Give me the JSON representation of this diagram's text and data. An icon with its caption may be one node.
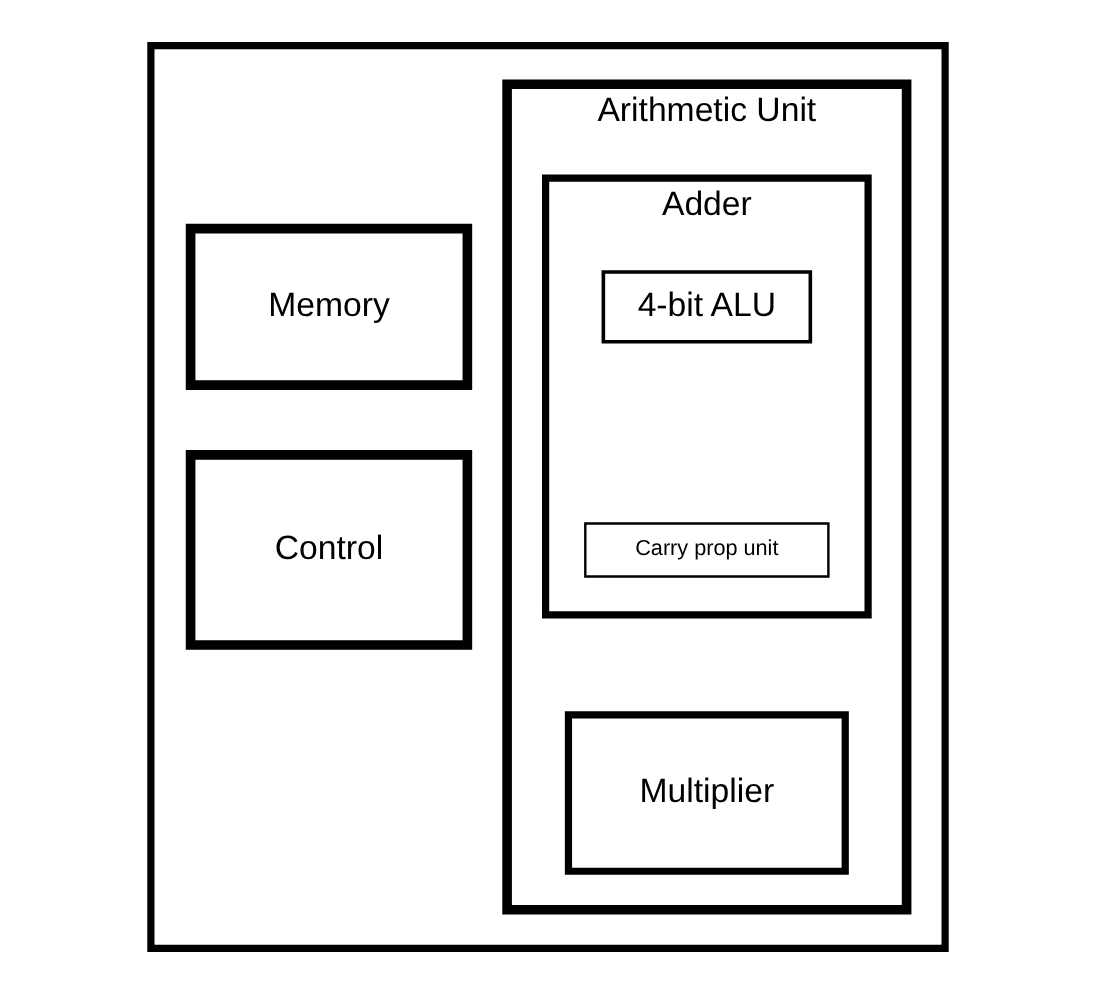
{
  "diagram": {
    "nodes": [
      {
        "text": [],
        "shape": "box"
      },
      {
        "text": [
          "Memory"
        ],
        "in": 0
      },
      {
        "text": [
          "Control"
        ],
        "in": 0
      },
      {
        "text": [
          "Arithmetic Unit"
        ],
        "in": 0
      },
      {
        "text": [
          "Adder"
        ],
        "in": 3
      },
      {
        "text": [
          "4-bit ALU"
        ],
        "in": 4
      },
      {
        "text": [
          "Carry prop unit"
        ],
        "in": 4
      },
      {
        "text": [
          "Multiplier"
        ],
        "in": 3
      }
    ]
  }
}
